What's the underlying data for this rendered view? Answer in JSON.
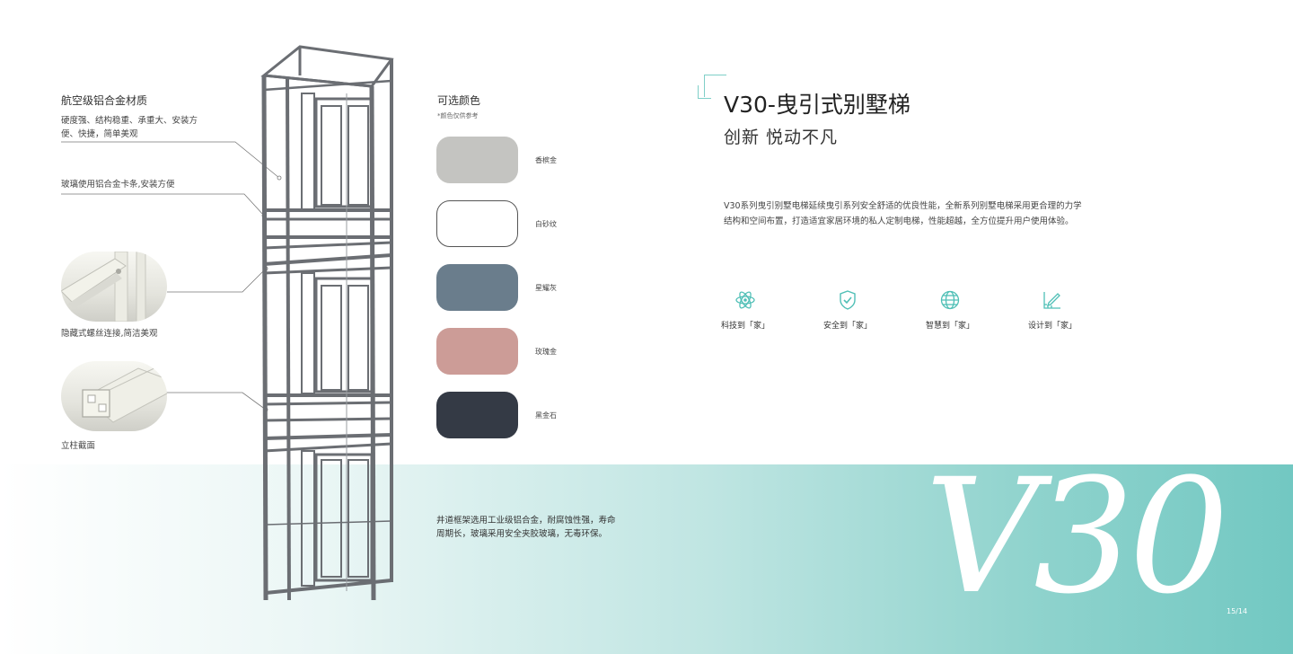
{
  "annotations": {
    "material_title": "航空级铝合金材质",
    "material_text_1": "硬度强、结构稳重、承重大、安装方",
    "material_text_2": "便、快捷，简单美观",
    "glass_text": "玻璃使用铝合金卡条,安装方便",
    "screw_text": "隐藏式螺丝连接,简洁美观",
    "section_text": "立柱截面"
  },
  "colors": {
    "title": "可选颜色",
    "note": "*颜色仅供参考",
    "items": [
      {
        "label": "香槟金",
        "color": "#c4c4c1"
      },
      {
        "label": "白砂纹",
        "color": "#ffffff"
      },
      {
        "label": "星耀灰",
        "color": "#6a7d8c"
      },
      {
        "label": "玫瑰金",
        "color": "#cc9c97"
      },
      {
        "label": "黑金石",
        "color": "#343a45"
      }
    ]
  },
  "frame_description": "井道框架选用工业级铝合金，耐腐蚀性强，寿命周期长，玻璃采用安全夹胶玻璃，无毒环保。",
  "product": {
    "title": "V30-曳引式别墅梯",
    "subtitle": "创新 悦动不凡",
    "description": "V30系列曳引别墅电梯延续曳引系列安全舒适的优良性能，全新系列别墅电梯采用更合理的力学结构和空间布置，打造适宜家居环境的私人定制电梯，性能超越，全方位提升用户使用体验。",
    "big_text": "V30",
    "page_number": "15/14"
  },
  "features": [
    {
      "label": "科技到「家」",
      "icon": "atom-icon"
    },
    {
      "label": "安全到「家」",
      "icon": "shield-check-icon"
    },
    {
      "label": "智慧到「家」",
      "icon": "globe-icon"
    },
    {
      "label": "设计到「家」",
      "icon": "ruler-pencil-icon"
    }
  ],
  "accent_color": "#72c8c2",
  "frame_color": "#6b6e73"
}
